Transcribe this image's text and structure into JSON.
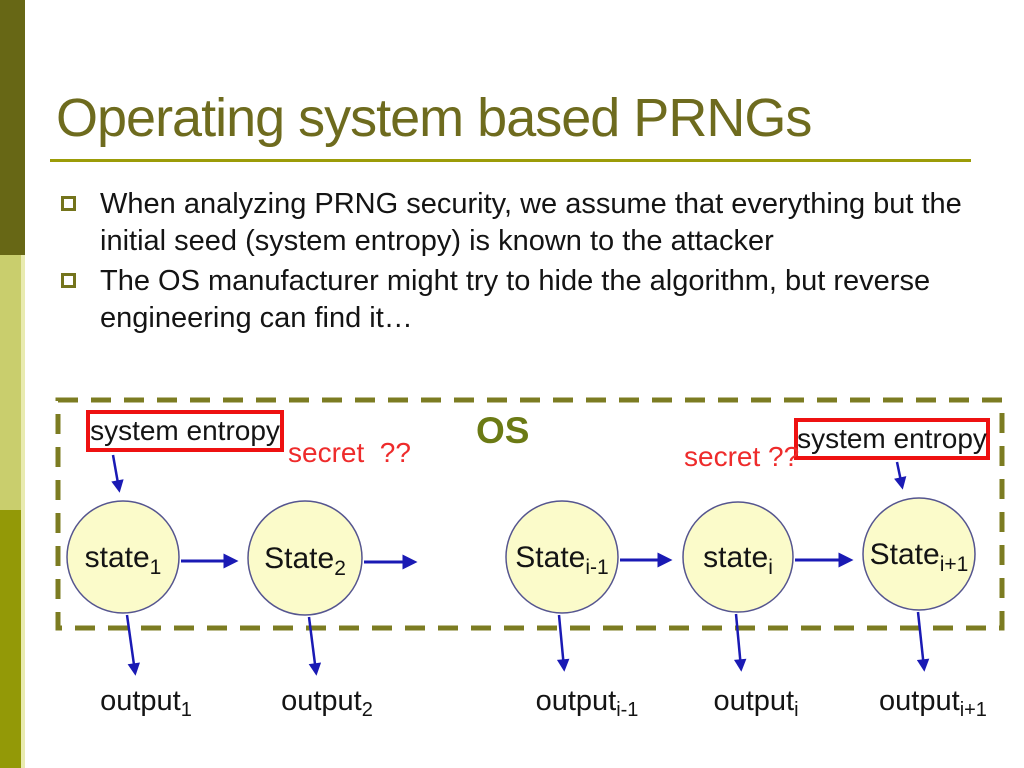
{
  "slide": {
    "title": "Operating system based PRNGs",
    "bullets": [
      {
        "lines": [
          "When analyzing PRNG security, we assume that everything but the",
          "initial seed (system entropy) is known to the attacker"
        ]
      },
      {
        "lines": [
          "The OS manufacturer might try to hide the algorithm, but reverse",
          "engineering can find it…"
        ]
      }
    ]
  },
  "diagram": {
    "os_label": "OS",
    "entropy_left": "system entropy",
    "entropy_right": "system entropy",
    "secret_left": "secret  ??",
    "secret_right": "secret ??",
    "states": [
      {
        "label": "state",
        "sub": "1"
      },
      {
        "label": "State",
        "sub": "2"
      },
      {
        "label": "State",
        "sub": "i-1"
      },
      {
        "label": "state",
        "sub": "i"
      },
      {
        "label": "State",
        "sub": "i+1"
      }
    ],
    "outputs": [
      {
        "label": "output",
        "sub": "1"
      },
      {
        "label": "output",
        "sub": "2"
      },
      {
        "label": "output",
        "sub": "i-1"
      },
      {
        "label": "output",
        "sub": "i"
      },
      {
        "label": "output",
        "sub": "i+1"
      }
    ]
  },
  "colors": {
    "olive-dark": "#676715",
    "olive-light": "#c9ce6d",
    "olive-mid": "#939907",
    "title": "#6e6b1e",
    "rule": "#9c9c08",
    "os": "#6b7a14",
    "red": "#ee1111",
    "red-text": "#ee2b2b",
    "arrow": "#1a1ab4",
    "circle-fill": "#fbfbca",
    "circle-stroke": "#55558f",
    "dash": "#7c7c22",
    "text": "#141414"
  }
}
